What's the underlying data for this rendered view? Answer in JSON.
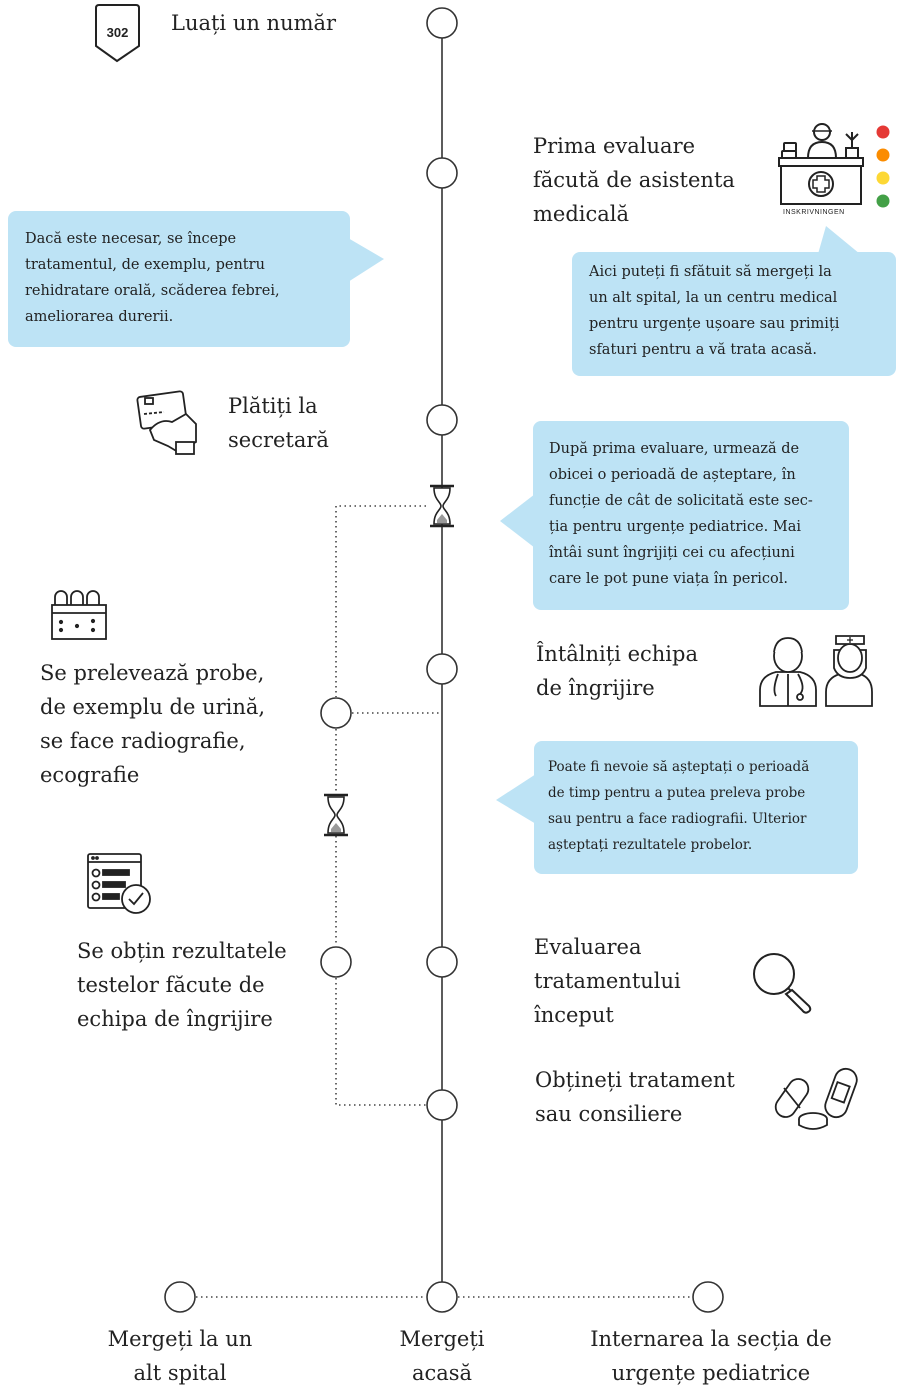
{
  "badge": {
    "number": "302"
  },
  "steps": {
    "take_number": "Luați un număr",
    "first_eval": [
      "Prima evaluare",
      "făcută de asistenta",
      "medicală"
    ],
    "pay": [
      "Plătiți la",
      "secretară"
    ],
    "meet_team": [
      "Întâlniți echipa",
      "de îngrijire"
    ],
    "samples": [
      "Se prelevează probe,",
      "de exemplu de urină,",
      "se face radiografie,",
      "ecografie"
    ],
    "results": [
      "Se obțin rezultatele",
      "testelor făcute de",
      "echipa de îngrijire"
    ],
    "evaluate": [
      "Evaluarea",
      "tratamentului",
      "început"
    ],
    "treatment": [
      "Obțineți tratament",
      "sau consiliere"
    ]
  },
  "bubbles": {
    "treatment_start": [
      "Dacă este necesar, se începe",
      "tratamentul, de exemplu, pentru",
      "rehidratare orală, scăderea febrei,",
      "ameliorarea durerii."
    ],
    "advice": [
      "Aici puteți fi sfătuit să mergeți la",
      "un alt spital, la un centru medical",
      "pentru urgențe ușoare sau primiți",
      "sfaturi pentru a vă trata acasă."
    ],
    "waiting": [
      "După prima evaluare, urmează de",
      "obicei o perioadă de așteptare, în",
      "funcție de cât de solicitată este sec-",
      "ția pentru urgențe pediatrice. Mai",
      "întâi sunt îngrijiți cei cu afecțiuni",
      "care le pot pune viața în pericol."
    ],
    "wait_samples": [
      "Poate fi nevoie să așteptați o perioadă",
      "de timp pentru a putea preleva probe",
      "sau pentru a face radiografii. Ulterior",
      "așteptați rezultatele  probelor."
    ]
  },
  "desk_label": "INSKRIVNINGEN",
  "triage_colors": [
    "#e53935",
    "#fb8c00",
    "#fdd835",
    "#43a047"
  ],
  "bubble_color": "#bde3f5",
  "outcomes": {
    "other_hospital": [
      "Mergeți la un",
      "alt spital"
    ],
    "go_home": [
      "Mergeți",
      "acasă"
    ],
    "admission": [
      "Internarea la secția de",
      "urgențe pediatrice"
    ]
  },
  "icons": [
    "ticket-badge-icon",
    "reception-desk-icon",
    "triage-lights-icon",
    "payment-card-icon",
    "hourglass-icon",
    "test-tubes-icon",
    "doctor-icon",
    "nurse-icon",
    "checklist-icon",
    "magnifier-icon",
    "medicine-icon"
  ]
}
